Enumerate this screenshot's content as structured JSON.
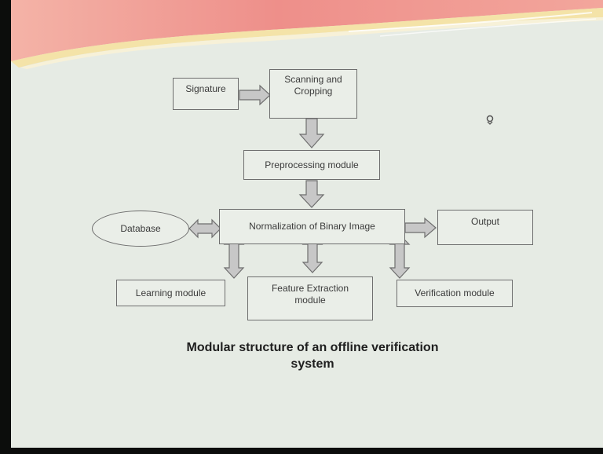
{
  "diagram": {
    "nodes": {
      "signature": "Signature",
      "scanning": [
        "Scanning and",
        "Cropping"
      ],
      "preprocessing": "Preprocessing module",
      "normalization": "Normalization of Binary Image",
      "database": "Database",
      "output": "Output",
      "learning": "Learning module",
      "feature": [
        "Feature Extraction",
        "module"
      ],
      "verification": "Verification module"
    },
    "caption": [
      "Modular structure of an offline",
      "verification system"
    ],
    "edges": [
      {
        "from": "signature",
        "to": "scanning",
        "dir": "one-way"
      },
      {
        "from": "scanning",
        "to": "preprocessing",
        "dir": "one-way"
      },
      {
        "from": "preprocessing",
        "to": "normalization",
        "dir": "one-way"
      },
      {
        "from": "database",
        "to": "normalization",
        "dir": "two-way"
      },
      {
        "from": "normalization",
        "to": "output",
        "dir": "one-way"
      },
      {
        "from": "normalization",
        "to": "learning",
        "dir": "two-way"
      },
      {
        "from": "normalization",
        "to": "feature",
        "dir": "two-way"
      },
      {
        "from": "normalization",
        "to": "verification",
        "dir": "two-way"
      }
    ],
    "colors": {
      "background": "#e6ebe4",
      "arrow_fill": "#c7c7c7",
      "border": "#6e6e6e",
      "banner_pink": "#ee9690",
      "banner_yellow": "#f4e3a8"
    }
  }
}
